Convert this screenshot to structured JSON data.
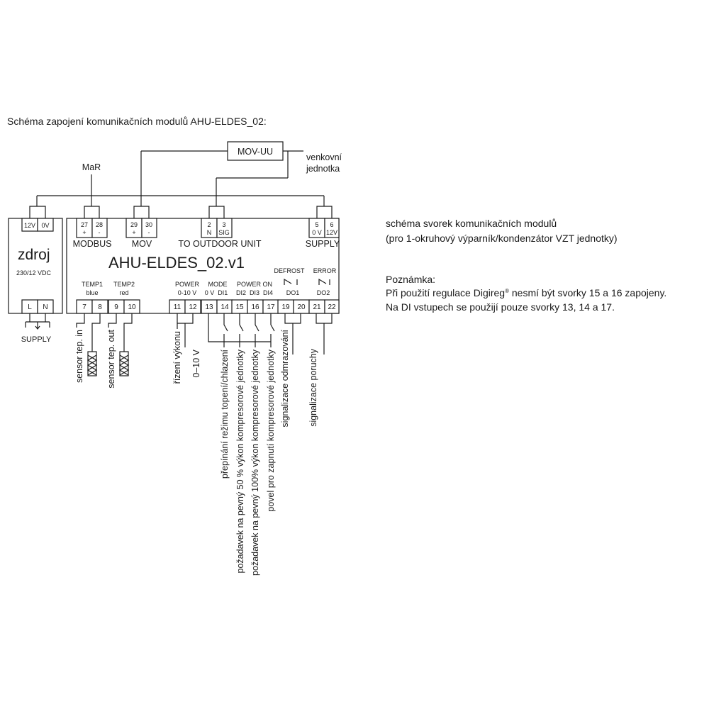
{
  "title": "Schéma zapojení komunikačních modulů AHU-ELDES_02:",
  "module_name": "AHU-ELDES_02.v1",
  "mov_uu": "MOV-UU",
  "outdoor_unit": [
    "venkovní",
    "jednotka"
  ],
  "mar": "MaR",
  "psu": {
    "name": "zdroj",
    "voltage": "230/12 VDC",
    "out_terminals": [
      "12V",
      "0V"
    ],
    "in_terminals": [
      "L",
      "N"
    ],
    "supply_label": "SUPPLY"
  },
  "top_terminals": [
    {
      "id": "modbus",
      "label": "MODBUS",
      "cells": [
        {
          "num": "27",
          "sub": "+"
        },
        {
          "num": "28",
          "sub": "-"
        }
      ]
    },
    {
      "id": "mov",
      "label": "MOV",
      "cells": [
        {
          "num": "29",
          "sub": "+"
        },
        {
          "num": "30",
          "sub": "-"
        }
      ]
    },
    {
      "id": "outdoor",
      "label": "TO OUTDOOR UNIT",
      "cells": [
        {
          "num": "2",
          "sub": "N"
        },
        {
          "num": "3",
          "sub": "SIG"
        }
      ]
    },
    {
      "id": "supply",
      "label": "SUPPLY",
      "cells": [
        {
          "num": "5",
          "sub": "0 V"
        },
        {
          "num": "6",
          "sub": "12V"
        }
      ]
    }
  ],
  "groups": {
    "temp1": [
      "TEMP1",
      "blue"
    ],
    "temp2": [
      "TEMP2",
      "red"
    ],
    "power": [
      "POWER",
      "0-10 V"
    ],
    "mode": [
      "MODE",
      "0 V  DI1"
    ],
    "power_on": [
      "POWER ON",
      "DI2  DI3  DI4"
    ],
    "defrost": [
      "DEFROST",
      "DO1"
    ],
    "error": [
      "ERROR",
      "DO2"
    ]
  },
  "bottom_terminals": [
    "7",
    "8",
    "9",
    "10",
    "11",
    "12",
    "13",
    "14",
    "15",
    "16",
    "17",
    "19",
    "20",
    "21",
    "22"
  ],
  "vertical_labels": {
    "sensor_in": "sensor tep. in",
    "sensor_out": "sensor tep. out",
    "rizeni": "řízení výkonu",
    "v010": "0–10 V",
    "prepinani": "přepínání režimu topení/chlazení",
    "pozadavek50": "požadavek na pevný 50 % výkon kompresorové jednotky",
    "pozadavek100": "požadavek na pevný 100% výkon kompresorové jednotky",
    "povel": "povel pro zapnutí kompresorové jednotky",
    "odmrazovani": "signalizace odmrazování",
    "poruchy": "signalizace poruchy"
  },
  "side_title": [
    "schéma svorek komunikačních modulů",
    "(pro 1-okruhový výparník/kondenzátor VZT jednotky)"
  ],
  "note": {
    "heading": "Poznámka:",
    "line1_pre": "Při použití regulace Digireg",
    "line1_mark": "®",
    "line1_post": " nesmí být svorky 15 a 16 zapojeny.",
    "line2": "Na DI vstupech se použijí pouze svorky 13, 14 a 17."
  }
}
